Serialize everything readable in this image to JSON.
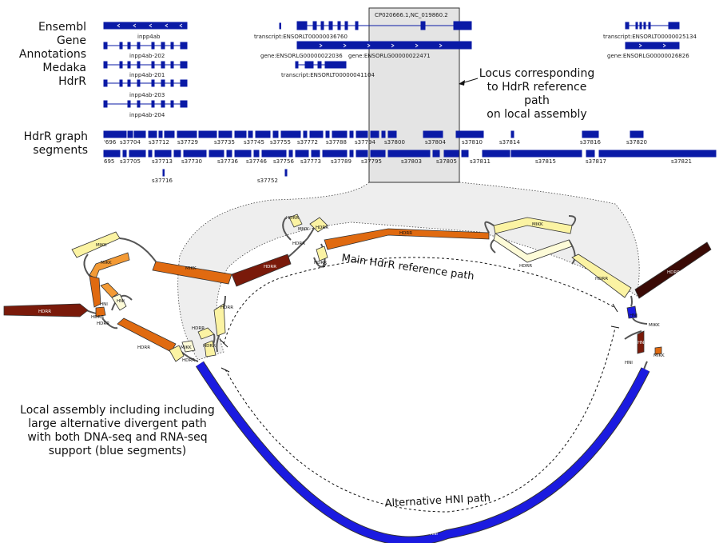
{
  "labels": {
    "track1_line1": "Ensembl Gene",
    "track1_line2": "Annotations",
    "track1_line3": "Medaka HdrR",
    "track2_line1": "HdrR graph",
    "track2_line2": "segments",
    "locus_line1": "Locus corresponding",
    "locus_line2": "to HdrR reference path",
    "locus_line3": "on local assembly",
    "assembly_line1": "Local assembly including including",
    "assembly_line2": "large alternative divergent path",
    "assembly_line3": "with both DNA-seq and RNA-seq",
    "assembly_line4": "support (blue segments)",
    "main_path": "Main HdrR reference path",
    "alt_path": "Alternative HNI path"
  },
  "genes": {
    "inpp4ab": "inpp4ab",
    "inpp4ab_202": "inpp4ab-202",
    "inpp4ab_201": "inpp4ab-201",
    "inpp4ab_203": "inpp4ab-203",
    "inpp4ab_204": "inpp4ab-204",
    "locus_id": "CP020666.1,NC_019860.2",
    "t36760": "transcript:ENSORLT00000036760",
    "g22036": "gene:ENSORLG00000022036",
    "g22471": "gene:ENSORLG00000022471",
    "t41104": "transcript:ENSORLT00000041104",
    "t25134": "transcript:ENSORLT00000025134",
    "g26826": "gene:ENSORLG00000026826"
  },
  "segments_row1": [
    {
      "id": "'696"
    },
    {
      "id": "s37704"
    },
    {
      "id": "s37712"
    },
    {
      "id": "s37729"
    },
    {
      "id": "s37735"
    },
    {
      "id": "s37745"
    },
    {
      "id": "s37755"
    },
    {
      "id": "s37772"
    },
    {
      "id": "s37788"
    },
    {
      "id": "s37794"
    },
    {
      "id": "s37800"
    },
    {
      "id": "s37804"
    },
    {
      "id": "s37810"
    },
    {
      "id": "s37814"
    },
    {
      "id": "s37816"
    },
    {
      "id": "s37820"
    }
  ],
  "segments_row2": [
    {
      "id": "695"
    },
    {
      "id": "s37705"
    },
    {
      "id": "s37713"
    },
    {
      "id": "s37730"
    },
    {
      "id": "s37736"
    },
    {
      "id": "s37746"
    },
    {
      "id": "s37756"
    },
    {
      "id": "s37773"
    },
    {
      "id": "s37789"
    },
    {
      "id": "s37795"
    },
    {
      "id": "s37803"
    },
    {
      "id": "s37805"
    },
    {
      "id": "s37811"
    },
    {
      "id": "s37815"
    },
    {
      "id": "s37817"
    },
    {
      "id": "s37821"
    }
  ],
  "segments_row3": [
    {
      "id": "s37716"
    },
    {
      "id": "s37752"
    }
  ],
  "node_labels": {
    "hdrr": "HDRR",
    "mikk": "MIKK",
    "hni": "HNI"
  },
  "colors": {
    "gene_blue": "#0a1aa6",
    "hni_blue": "#1b1be0",
    "dark_red": "#7a1a0a",
    "darkest": "#3a0a05",
    "orange": "#e06a10",
    "light_orange": "#f39a35",
    "pale_yellow": "#fbf3a3",
    "cream": "#fdfbd8",
    "highlight_gray": "#e4e4e4"
  }
}
